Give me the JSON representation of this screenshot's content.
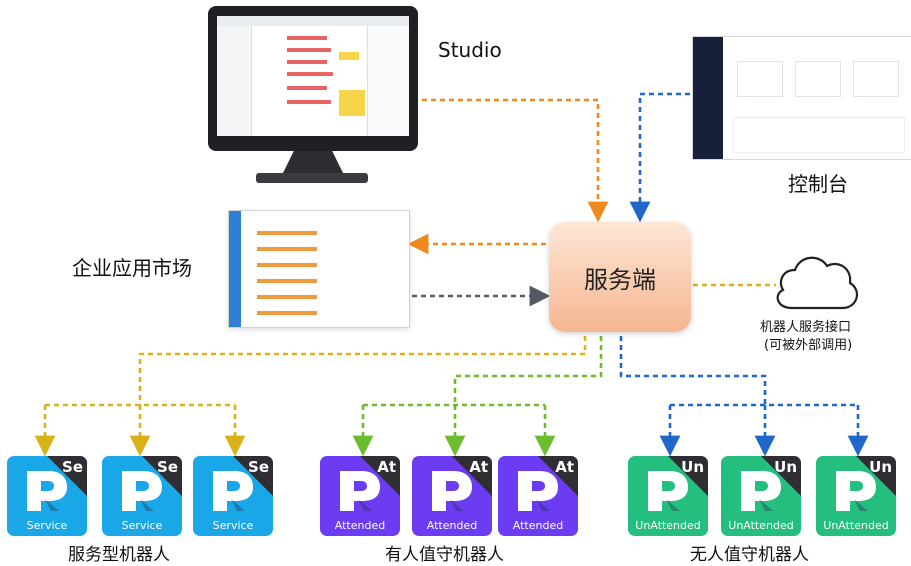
{
  "labels": {
    "studio": "Studio",
    "console": "控制台",
    "market": "企业应用市场",
    "server": "服务端",
    "api_line1": "机器人服务接口",
    "api_line2": "(可被外部调用)",
    "service_group": "服务型机器人",
    "attended_group": "有人值守机器人",
    "unattended_group": "无人值守机器人"
  },
  "robots": {
    "service": {
      "abbr": "Se",
      "sub": "Service",
      "color": "#1aa7e8"
    },
    "attended": {
      "abbr": "At",
      "sub": "Attended",
      "color": "#6b3cf2"
    },
    "unattended": {
      "abbr": "Un",
      "sub": "UnAttended",
      "color": "#24be7e"
    }
  },
  "colors": {
    "orange": "#f08a1c",
    "blue": "#1f67c9",
    "yellow": "#d9b21a",
    "green": "#6cbd2d",
    "gray": "#555a62"
  }
}
